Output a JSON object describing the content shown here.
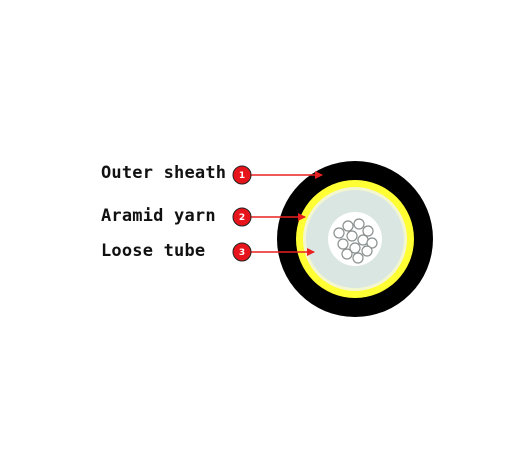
{
  "layers": [
    {
      "number": "1",
      "label": "Outer sheath"
    },
    {
      "number": "2",
      "label": "Aramid yarn"
    },
    {
      "number": "3",
      "label": "Loose tube"
    }
  ],
  "colors": {
    "sheath": "#000000",
    "yarn": "#ffff33",
    "tube": "#d9e6e1",
    "badge": "#e8141b",
    "arrow": "#e82020"
  }
}
